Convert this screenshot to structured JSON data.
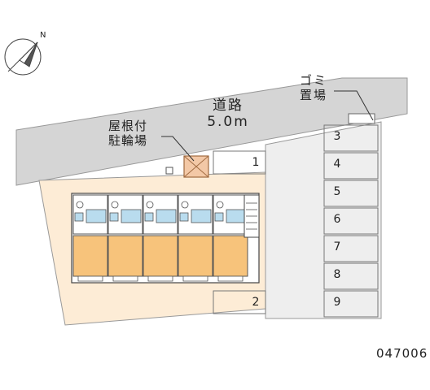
{
  "road": {
    "name": "道路",
    "width": "5.0m"
  },
  "bike_parking": {
    "line1": "屋根付",
    "line2": "駐輪場"
  },
  "trash_area": {
    "line1": "ゴミ",
    "line2": "置場"
  },
  "parking_spaces": [
    "1",
    "2",
    "3",
    "4",
    "5",
    "6",
    "7",
    "8",
    "9"
  ],
  "north_arrow": {
    "label": "N"
  },
  "property_id": "047006",
  "colors": {
    "road": "#d5d5d5",
    "lot": "#fdecd6",
    "parking": "#eeeeee",
    "room_floor": "#f7c37b",
    "wet_area": "#b9dcee",
    "bike_shelter": "#f3c8a6"
  }
}
